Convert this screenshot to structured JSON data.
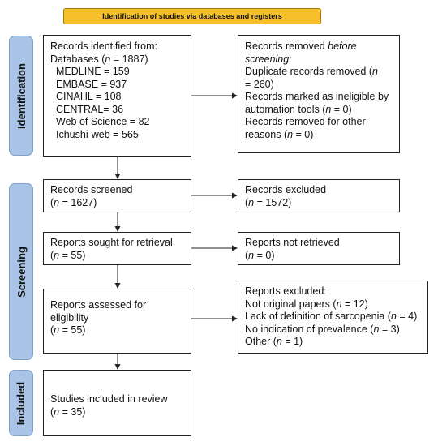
{
  "header": {
    "title": "Identification of studies via databases and registers"
  },
  "phases": {
    "identification": "Identification",
    "screening": "Screening",
    "included": "Included"
  },
  "boxes": {
    "records_identified": {
      "lines": [
        "Records identified from:",
        "Databases (n = 1887)",
        "MEDLINE = 159",
        "EMBASE = 937",
        "CINAHL = 108",
        "CENTRAL= 36",
        "Web of Science = 82",
        "Ichushi-web = 565"
      ]
    },
    "records_removed": {
      "lines": [
        "Records removed before",
        "screening:",
        "Duplicate records removed  (n",
        "= 260)",
        "Records marked as ineligible by",
        "automation tools (n = 0)",
        "Records removed for other",
        "reasons (n = 0)"
      ]
    },
    "records_screened": {
      "lines": [
        "Records screened",
        "(n = 1627)"
      ]
    },
    "records_excluded": {
      "lines": [
        "Records excluded",
        "(n = 1572)"
      ]
    },
    "reports_sought": {
      "lines": [
        "Reports sought for retrieval",
        "(n = 55)"
      ]
    },
    "reports_not_retrieved": {
      "lines": [
        "Reports not retrieved",
        "(n = 0)"
      ]
    },
    "reports_assessed": {
      "lines": [
        "Reports assessed for",
        "eligibility",
        "(n = 55)"
      ]
    },
    "reports_excluded": {
      "lines": [
        "Reports excluded:",
        "Not original papers (n = 12)",
        "Lack of definition of sarcopenia (n = 4)",
        "No indication of prevalence (n = 3)",
        "Other (n = 1)"
      ]
    },
    "studies_included": {
      "lines": [
        "Studies included in review",
        "(n = 35)"
      ]
    }
  }
}
